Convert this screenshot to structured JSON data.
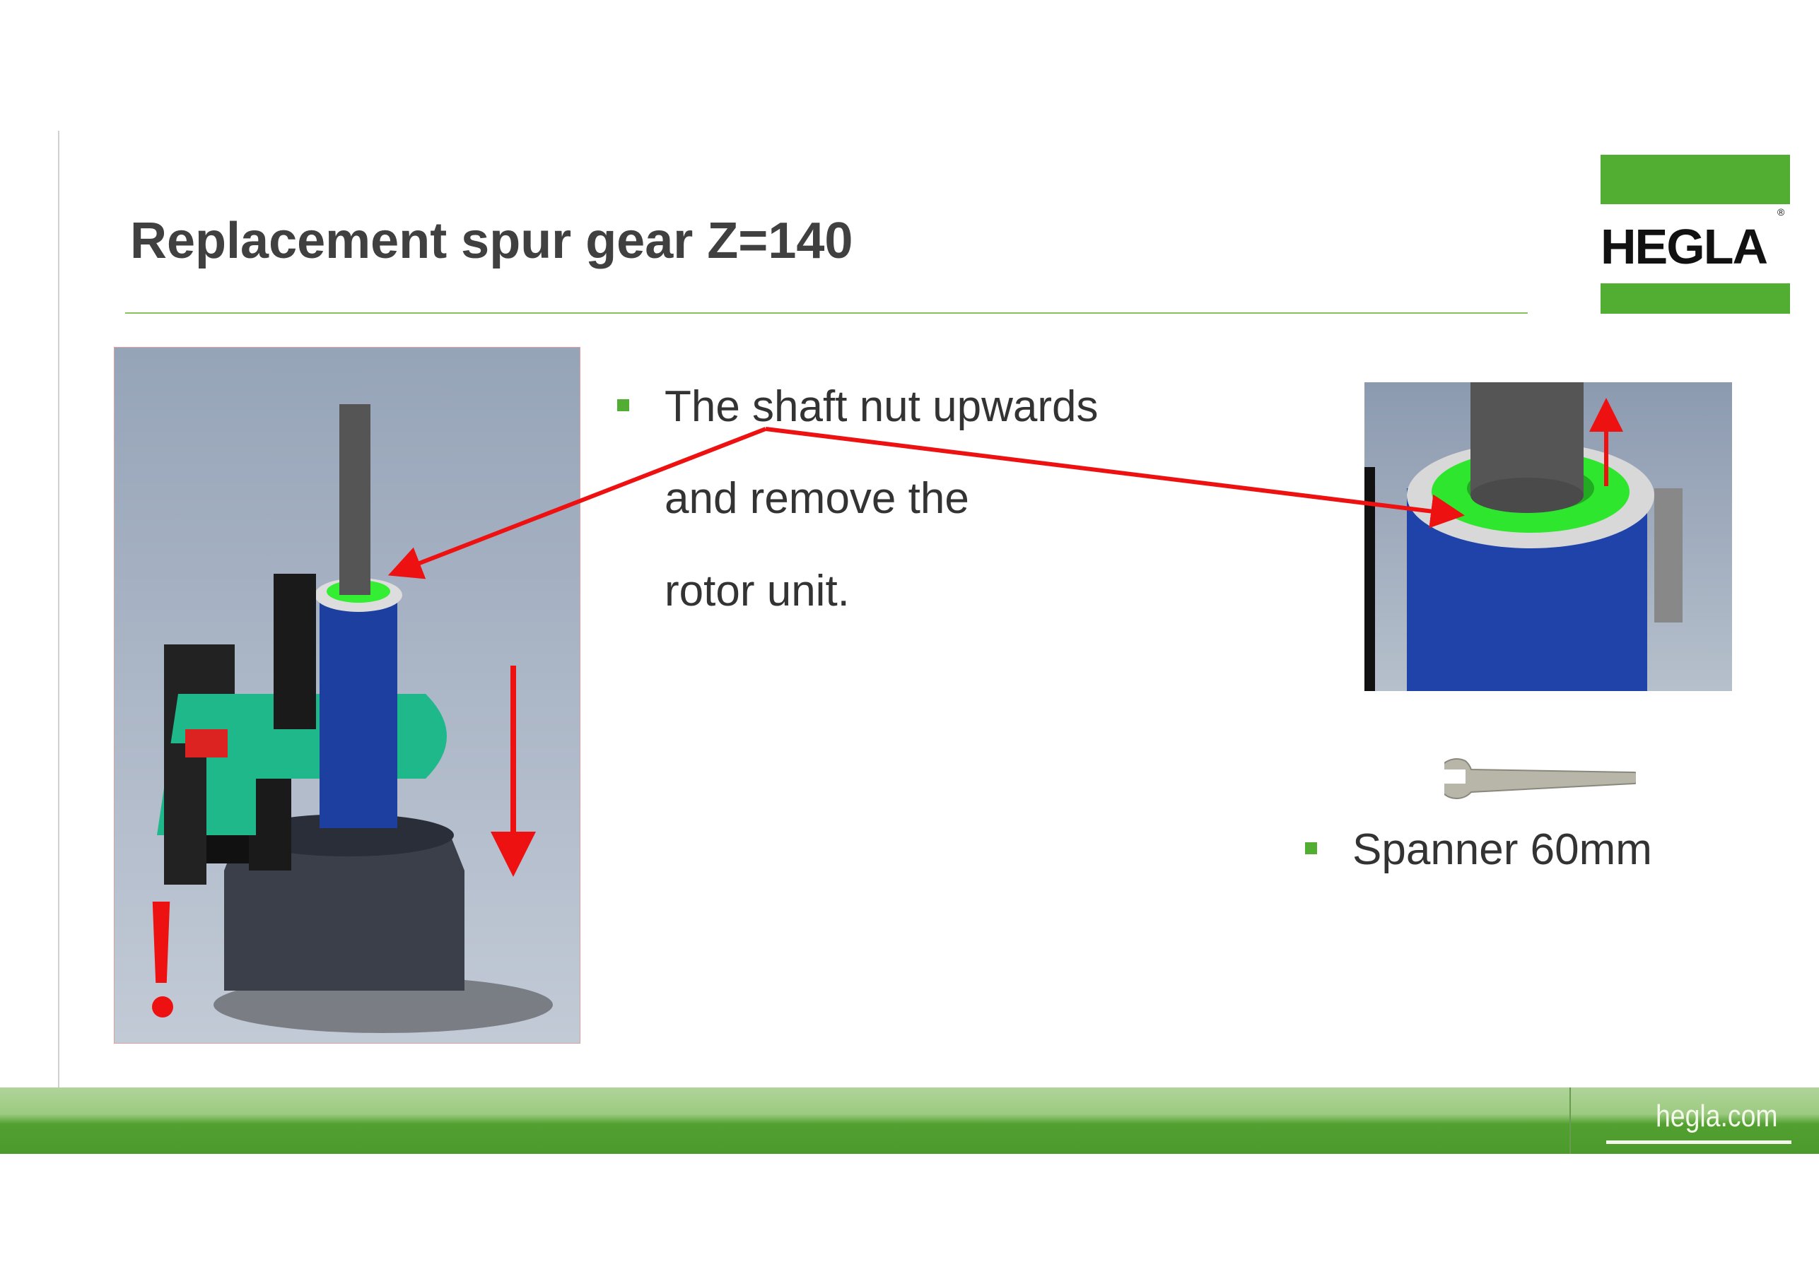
{
  "title": "Replacement spur gear Z=140",
  "logo": {
    "text": "HEGLA",
    "registered": "®"
  },
  "bullets": [
    {
      "lines": [
        "The shaft nut upwards",
        "and remove the",
        "rotor unit."
      ]
    },
    {
      "lines": [
        "Spanner 60mm"
      ]
    }
  ],
  "footer": {
    "domain": "hegla.com"
  },
  "colors": {
    "brand_green": "#52ae32",
    "arrow_red": "#ee1111",
    "title": "#404040"
  }
}
